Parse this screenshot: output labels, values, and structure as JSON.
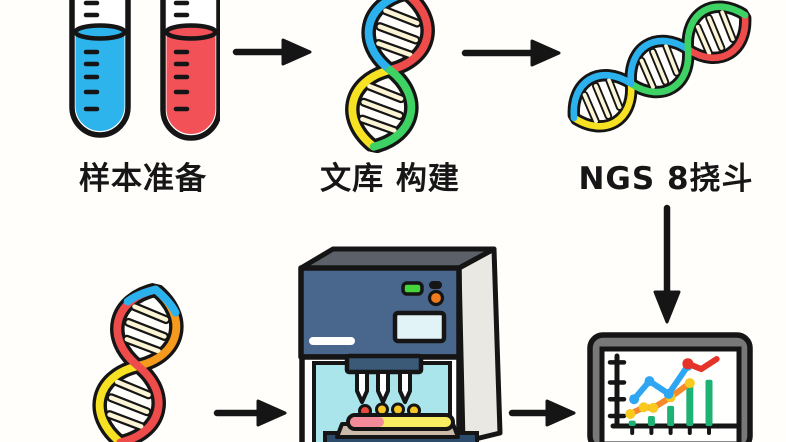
{
  "page": {
    "background": "#fffefb",
    "description": "Hand-drawn NGS sequencing workflow illustration"
  },
  "workflow": {
    "steps": [
      {
        "id": "sample-prep",
        "label": "样本准备"
      },
      {
        "id": "library-construction",
        "label": "文库 构建"
      },
      {
        "id": "ngs-sequencing",
        "label": "NGS 8挠斗"
      }
    ]
  },
  "palette": {
    "outline": "#151515",
    "tube_blue_liquid": "#2db4ec",
    "tube_red_liquid": "#f25257",
    "dna_red": "#ee4b4b",
    "dna_blue": "#2bb1ee",
    "dna_green": "#3ed163",
    "dna_yellow": "#f6e223",
    "dna_orange": "#f59a1d",
    "dna_rung_cream": "#fbf4d5",
    "machine_panel_blue": "#49678c",
    "machine_top_gray": "#5c6169",
    "machine_side_gray": "#e9e8e3",
    "machine_chamber_cyan": "#a9e5ea",
    "machine_led_green": "#46d53b",
    "machine_button_orange": "#ef7b1f",
    "machine_screen_blue": "#e1f3f6",
    "tray_pink": "#f28a99",
    "tray_yellow": "#f8ed62",
    "platform_tan": "#cbbaa9",
    "base_navy": "#2d4b6a",
    "monitor_frame_gray": "#787878"
  },
  "chart_data": {
    "type": "line",
    "title": "",
    "xlabel": "",
    "ylabel": "",
    "x_range": [
      0,
      6
    ],
    "y_range": [
      0,
      10
    ],
    "grid": false,
    "legend": "none",
    "x_ticks": [
      1,
      2,
      3,
      4,
      5
    ],
    "y_ticks": [
      1.5,
      4.0,
      6.5,
      9.5
    ],
    "series": [
      {
        "name": "green-bars",
        "type": "bar",
        "color": "#1db374",
        "x": [
          1,
          2,
          3,
          4,
          5
        ],
        "values": [
          0.8,
          1.5,
          3.0,
          6.6,
          6.9
        ]
      },
      {
        "name": "orange-line",
        "type": "line",
        "color": "#f5892b",
        "dot_color": "#f8c91e",
        "dot_style": "all",
        "dot_r": 5,
        "x": [
          0.9,
          1.6,
          2.1,
          3.0,
          4.0
        ],
        "values": [
          1.8,
          2.8,
          2.7,
          4.3,
          6.4
        ]
      },
      {
        "name": "blue-line",
        "type": "line",
        "color": "#2ea6f2",
        "dot_color": "#2ea6f2",
        "dot_style": "all",
        "dot_r": 5,
        "x": [
          1.1,
          1.9,
          2.9,
          3.9
        ],
        "values": [
          4.0,
          6.7,
          4.8,
          9.0
        ]
      },
      {
        "name": "red-line",
        "type": "line",
        "color": "#e63329",
        "dot_color": "#e63329",
        "dot_style": "start",
        "dot_r": 5.5,
        "x": [
          3.9,
          4.6,
          5.4
        ],
        "values": [
          9.3,
          8.5,
          10.0
        ]
      }
    ]
  }
}
